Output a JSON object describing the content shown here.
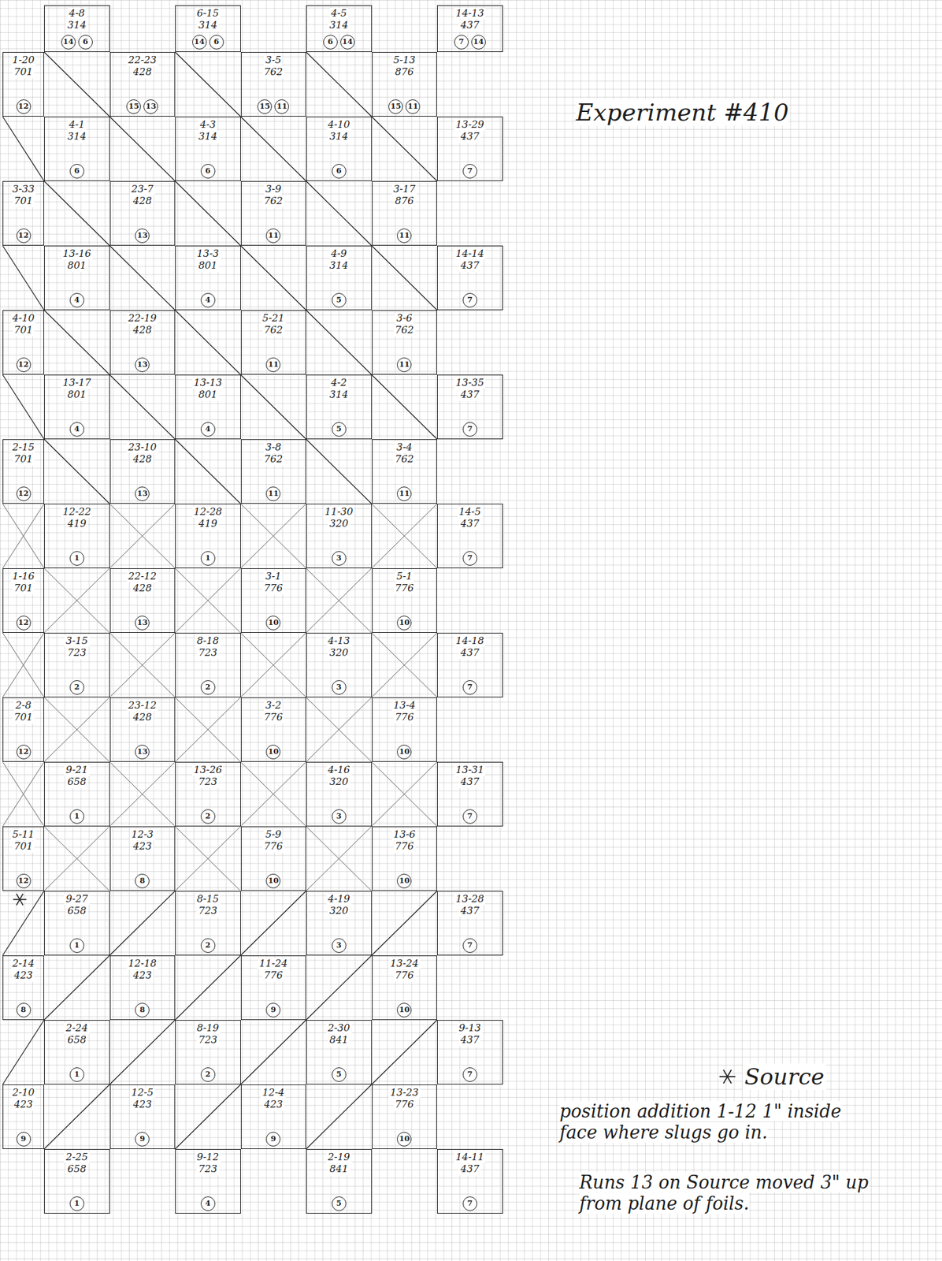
{
  "diagram": {
    "title": "Experiment #410",
    "nodes": [
      {
        "text": [
          "4-8",
          "314"
        ]
      },
      {
        "text": [
          "14"
        ],
        "in": 0
      },
      {
        "text": [
          "6"
        ],
        "in": 0
      },
      {
        "text": [
          "6-15",
          "314"
        ]
      },
      {
        "text": [
          "14"
        ],
        "in": 3
      },
      {
        "text": [
          "6"
        ],
        "in": 3
      },
      {
        "text": [
          "4-5",
          "314"
        ]
      },
      {
        "text": [
          "6"
        ],
        "in": 6
      },
      {
        "text": [
          "14"
        ],
        "in": 6
      },
      {
        "text": [
          "14-13",
          "437"
        ]
      },
      {
        "text": [
          "7"
        ],
        "in": 9
      },
      {
        "text": [
          "14"
        ],
        "in": 9
      },
      {
        "text": [
          "1-20",
          "701"
        ]
      },
      {
        "text": [
          "12"
        ],
        "in": 12
      },
      {
        "text": [
          "22-23",
          "428"
        ]
      },
      {
        "text": [
          "15"
        ],
        "in": 14
      },
      {
        "text": [
          "13"
        ],
        "in": 14
      },
      {
        "text": [
          "3-5",
          "762"
        ]
      },
      {
        "text": [
          "15"
        ],
        "in": 17
      },
      {
        "text": [
          "11"
        ],
        "in": 17
      },
      {
        "text": [
          "5-13",
          "876"
        ]
      },
      {
        "text": [
          "15"
        ],
        "in": 20
      },
      {
        "text": [
          "11"
        ],
        "in": 20
      },
      {
        "text": [
          "4-1",
          "314"
        ]
      },
      {
        "text": [
          "6"
        ],
        "in": 23
      },
      {
        "text": [
          "4-3",
          "314"
        ]
      },
      {
        "text": [
          "6"
        ],
        "in": 25
      },
      {
        "text": [
          "4-10",
          "314"
        ]
      },
      {
        "text": [
          "6"
        ],
        "in": 27
      },
      {
        "text": [
          "13-29",
          "437"
        ]
      },
      {
        "text": [
          "7"
        ],
        "in": 29
      },
      {
        "text": [
          "3-33",
          "701"
        ]
      },
      {
        "text": [
          "12"
        ],
        "in": 31
      },
      {
        "text": [
          "23-7",
          "428"
        ]
      },
      {
        "text": [
          "13"
        ],
        "in": 33
      },
      {
        "text": [
          "3-9",
          "762"
        ]
      },
      {
        "text": [
          "11"
        ],
        "in": 35
      },
      {
        "text": [
          "3-17",
          "876"
        ]
      },
      {
        "text": [
          "11"
        ],
        "in": 37
      },
      {
        "text": [
          "13-16",
          "801"
        ]
      },
      {
        "text": [
          "4"
        ],
        "in": 39
      },
      {
        "text": [
          "13-3",
          "801"
        ]
      },
      {
        "text": [
          "4"
        ],
        "in": 41
      },
      {
        "text": [
          "4-9",
          "314"
        ]
      },
      {
        "text": [
          "5"
        ],
        "in": 43
      },
      {
        "text": [
          "14-14",
          "437"
        ]
      },
      {
        "text": [
          "7"
        ],
        "in": 45
      },
      {
        "text": [
          "4-10",
          "701"
        ]
      },
      {
        "text": [
          "12"
        ],
        "in": 47
      },
      {
        "text": [
          "22-19",
          "428"
        ]
      },
      {
        "text": [
          "13"
        ],
        "in": 49
      },
      {
        "text": [
          "5-21",
          "762"
        ]
      },
      {
        "text": [
          "11"
        ],
        "in": 51
      },
      {
        "text": [
          "3-6",
          "762"
        ]
      },
      {
        "text": [
          "11"
        ],
        "in": 53
      },
      {
        "text": [
          "13-17",
          "801"
        ]
      },
      {
        "text": [
          "4"
        ],
        "in": 55
      },
      {
        "text": [
          "13-13",
          "801"
        ]
      },
      {
        "text": [
          "4"
        ],
        "in": 57
      },
      {
        "text": [
          "4-2",
          "314"
        ]
      },
      {
        "text": [
          "5"
        ],
        "in": 59
      },
      {
        "text": [
          "13-35",
          "437"
        ]
      },
      {
        "text": [
          "7"
        ],
        "in": 61
      },
      {
        "text": [
          "2-15",
          "701"
        ]
      },
      {
        "text": [
          "12"
        ],
        "in": 63
      },
      {
        "text": [
          "23-10",
          "428"
        ]
      },
      {
        "text": [
          "13"
        ],
        "in": 65
      },
      {
        "text": [
          "3-8",
          "762"
        ]
      },
      {
        "text": [
          "11"
        ],
        "in": 67
      },
      {
        "text": [
          "3-4",
          "762"
        ]
      },
      {
        "text": [
          "11"
        ],
        "in": 69
      },
      {
        "text": [
          "12-22",
          "419"
        ]
      },
      {
        "text": [
          "1"
        ],
        "in": 71
      },
      {
        "text": [
          "12-28",
          "419"
        ]
      },
      {
        "text": [
          "1"
        ],
        "in": 73
      },
      {
        "text": [
          "11-30",
          "320"
        ]
      },
      {
        "text": [
          "3"
        ],
        "in": 75
      },
      {
        "text": [
          "14-5",
          "437"
        ]
      },
      {
        "text": [
          "7"
        ],
        "in": 77
      },
      {
        "text": [
          "1-16",
          "701"
        ]
      },
      {
        "text": [
          "12"
        ],
        "in": 79
      },
      {
        "text": [
          "22-12",
          "428"
        ]
      },
      {
        "text": [
          "13"
        ],
        "in": 81
      },
      {
        "text": [
          "3-1",
          "776"
        ]
      },
      {
        "text": [
          "10"
        ],
        "in": 83
      },
      {
        "text": [
          "5-1",
          "776"
        ]
      },
      {
        "text": [
          "10"
        ],
        "in": 85
      },
      {
        "text": [
          "3-15",
          "723"
        ]
      },
      {
        "text": [
          "2"
        ],
        "in": 87
      },
      {
        "text": [
          "8-18",
          "723"
        ]
      },
      {
        "text": [
          "2"
        ],
        "in": 89
      },
      {
        "text": [
          "4-13",
          "320"
        ]
      },
      {
        "text": [
          "3"
        ],
        "in": 91
      },
      {
        "text": [
          "14-18",
          "437"
        ]
      },
      {
        "text": [
          "7"
        ],
        "in": 93
      },
      {
        "text": [
          "2-8",
          "701"
        ]
      },
      {
        "text": [
          "12"
        ],
        "in": 95
      },
      {
        "text": [
          "23-12",
          "428"
        ]
      },
      {
        "text": [
          "13"
        ],
        "in": 97
      },
      {
        "text": [
          "3-2",
          "776"
        ]
      },
      {
        "text": [
          "10"
        ],
        "in": 99
      },
      {
        "text": [
          "13-4",
          "776"
        ]
      },
      {
        "text": [
          "10"
        ],
        "in": 101
      },
      {
        "text": [
          "9-21",
          "658"
        ]
      },
      {
        "text": [
          "1"
        ],
        "in": 103
      },
      {
        "text": [
          "13-26",
          "723"
        ]
      },
      {
        "text": [
          "2"
        ],
        "in": 105
      },
      {
        "text": [
          "4-16",
          "320"
        ]
      },
      {
        "text": [
          "3"
        ],
        "in": 107
      },
      {
        "text": [
          "13-31",
          "437"
        ]
      },
      {
        "text": [
          "7"
        ],
        "in": 109
      },
      {
        "text": [
          "5-11",
          "701"
        ]
      },
      {
        "text": [
          "12"
        ],
        "in": 111
      },
      {
        "text": [
          "12-3",
          "423"
        ]
      },
      {
        "text": [
          "8"
        ],
        "in": 113
      },
      {
        "text": [
          "5-9",
          "776"
        ]
      },
      {
        "text": [
          "10"
        ],
        "in": 115
      },
      {
        "text": [
          "13-6",
          "776"
        ]
      },
      {
        "text": [
          "10"
        ],
        "in": 117
      },
      {
        "text": [
          "9-27",
          "658"
        ]
      },
      {
        "text": [
          "1"
        ],
        "in": 119
      },
      {
        "text": [
          "8-15",
          "723"
        ]
      },
      {
        "text": [
          "2"
        ],
        "in": 121
      },
      {
        "text": [
          "4-19",
          "320"
        ]
      },
      {
        "text": [
          "3"
        ],
        "in": 123
      },
      {
        "text": [
          "13-28",
          "437"
        ]
      },
      {
        "text": [
          "7"
        ],
        "in": 125
      },
      {
        "text": [
          "2-14",
          "423"
        ]
      },
      {
        "text": [
          "8"
        ],
        "in": 127
      },
      {
        "text": [
          "12-18",
          "423"
        ]
      },
      {
        "text": [
          "8"
        ],
        "in": 129
      },
      {
        "text": [
          "11-24",
          "776"
        ]
      },
      {
        "text": [
          "9"
        ],
        "in": 131
      },
      {
        "text": [
          "13-24",
          "776"
        ]
      },
      {
        "text": [
          "10"
        ],
        "in": 133
      },
      {
        "text": [
          "2-24",
          "658"
        ]
      },
      {
        "text": [
          "1"
        ],
        "in": 135
      },
      {
        "text": [
          "8-19",
          "723"
        ]
      },
      {
        "text": [
          "2"
        ],
        "in": 137
      },
      {
        "text": [
          "2-30",
          "841"
        ]
      },
      {
        "text": [
          "5"
        ],
        "in": 139
      },
      {
        "text": [
          "9-13",
          "437"
        ]
      },
      {
        "text": [
          "7"
        ],
        "in": 141
      },
      {
        "text": [
          "2-10",
          "423"
        ]
      },
      {
        "text": [
          "9"
        ],
        "in": 143
      },
      {
        "text": [
          "12-5",
          "423"
        ]
      },
      {
        "text": [
          "9"
        ],
        "in": 145
      },
      {
        "text": [
          "12-4",
          "423"
        ]
      },
      {
        "text": [
          "9"
        ],
        "in": 147
      },
      {
        "text": [
          "13-23",
          "776"
        ]
      },
      {
        "text": [
          "10"
        ],
        "in": 149
      },
      {
        "text": [
          "2-25",
          "658"
        ]
      },
      {
        "text": [
          "1"
        ],
        "in": 151
      },
      {
        "text": [
          "9-12",
          "723"
        ]
      },
      {
        "text": [
          "4"
        ],
        "in": 153
      },
      {
        "text": [
          "2-19",
          "841"
        ]
      },
      {
        "text": [
          "5"
        ],
        "in": 155
      },
      {
        "text": [
          "14-11",
          "437"
        ]
      },
      {
        "text": [
          "7"
        ],
        "in": 157
      }
    ],
    "labels": [
      "position addition 1-12 1\" inside face where slugs go in.",
      "Runs 13 on Source moved 3\" up from plane of foils."
    ],
    "legend": [
      {
        "text": "Source"
      }
    ]
  }
}
